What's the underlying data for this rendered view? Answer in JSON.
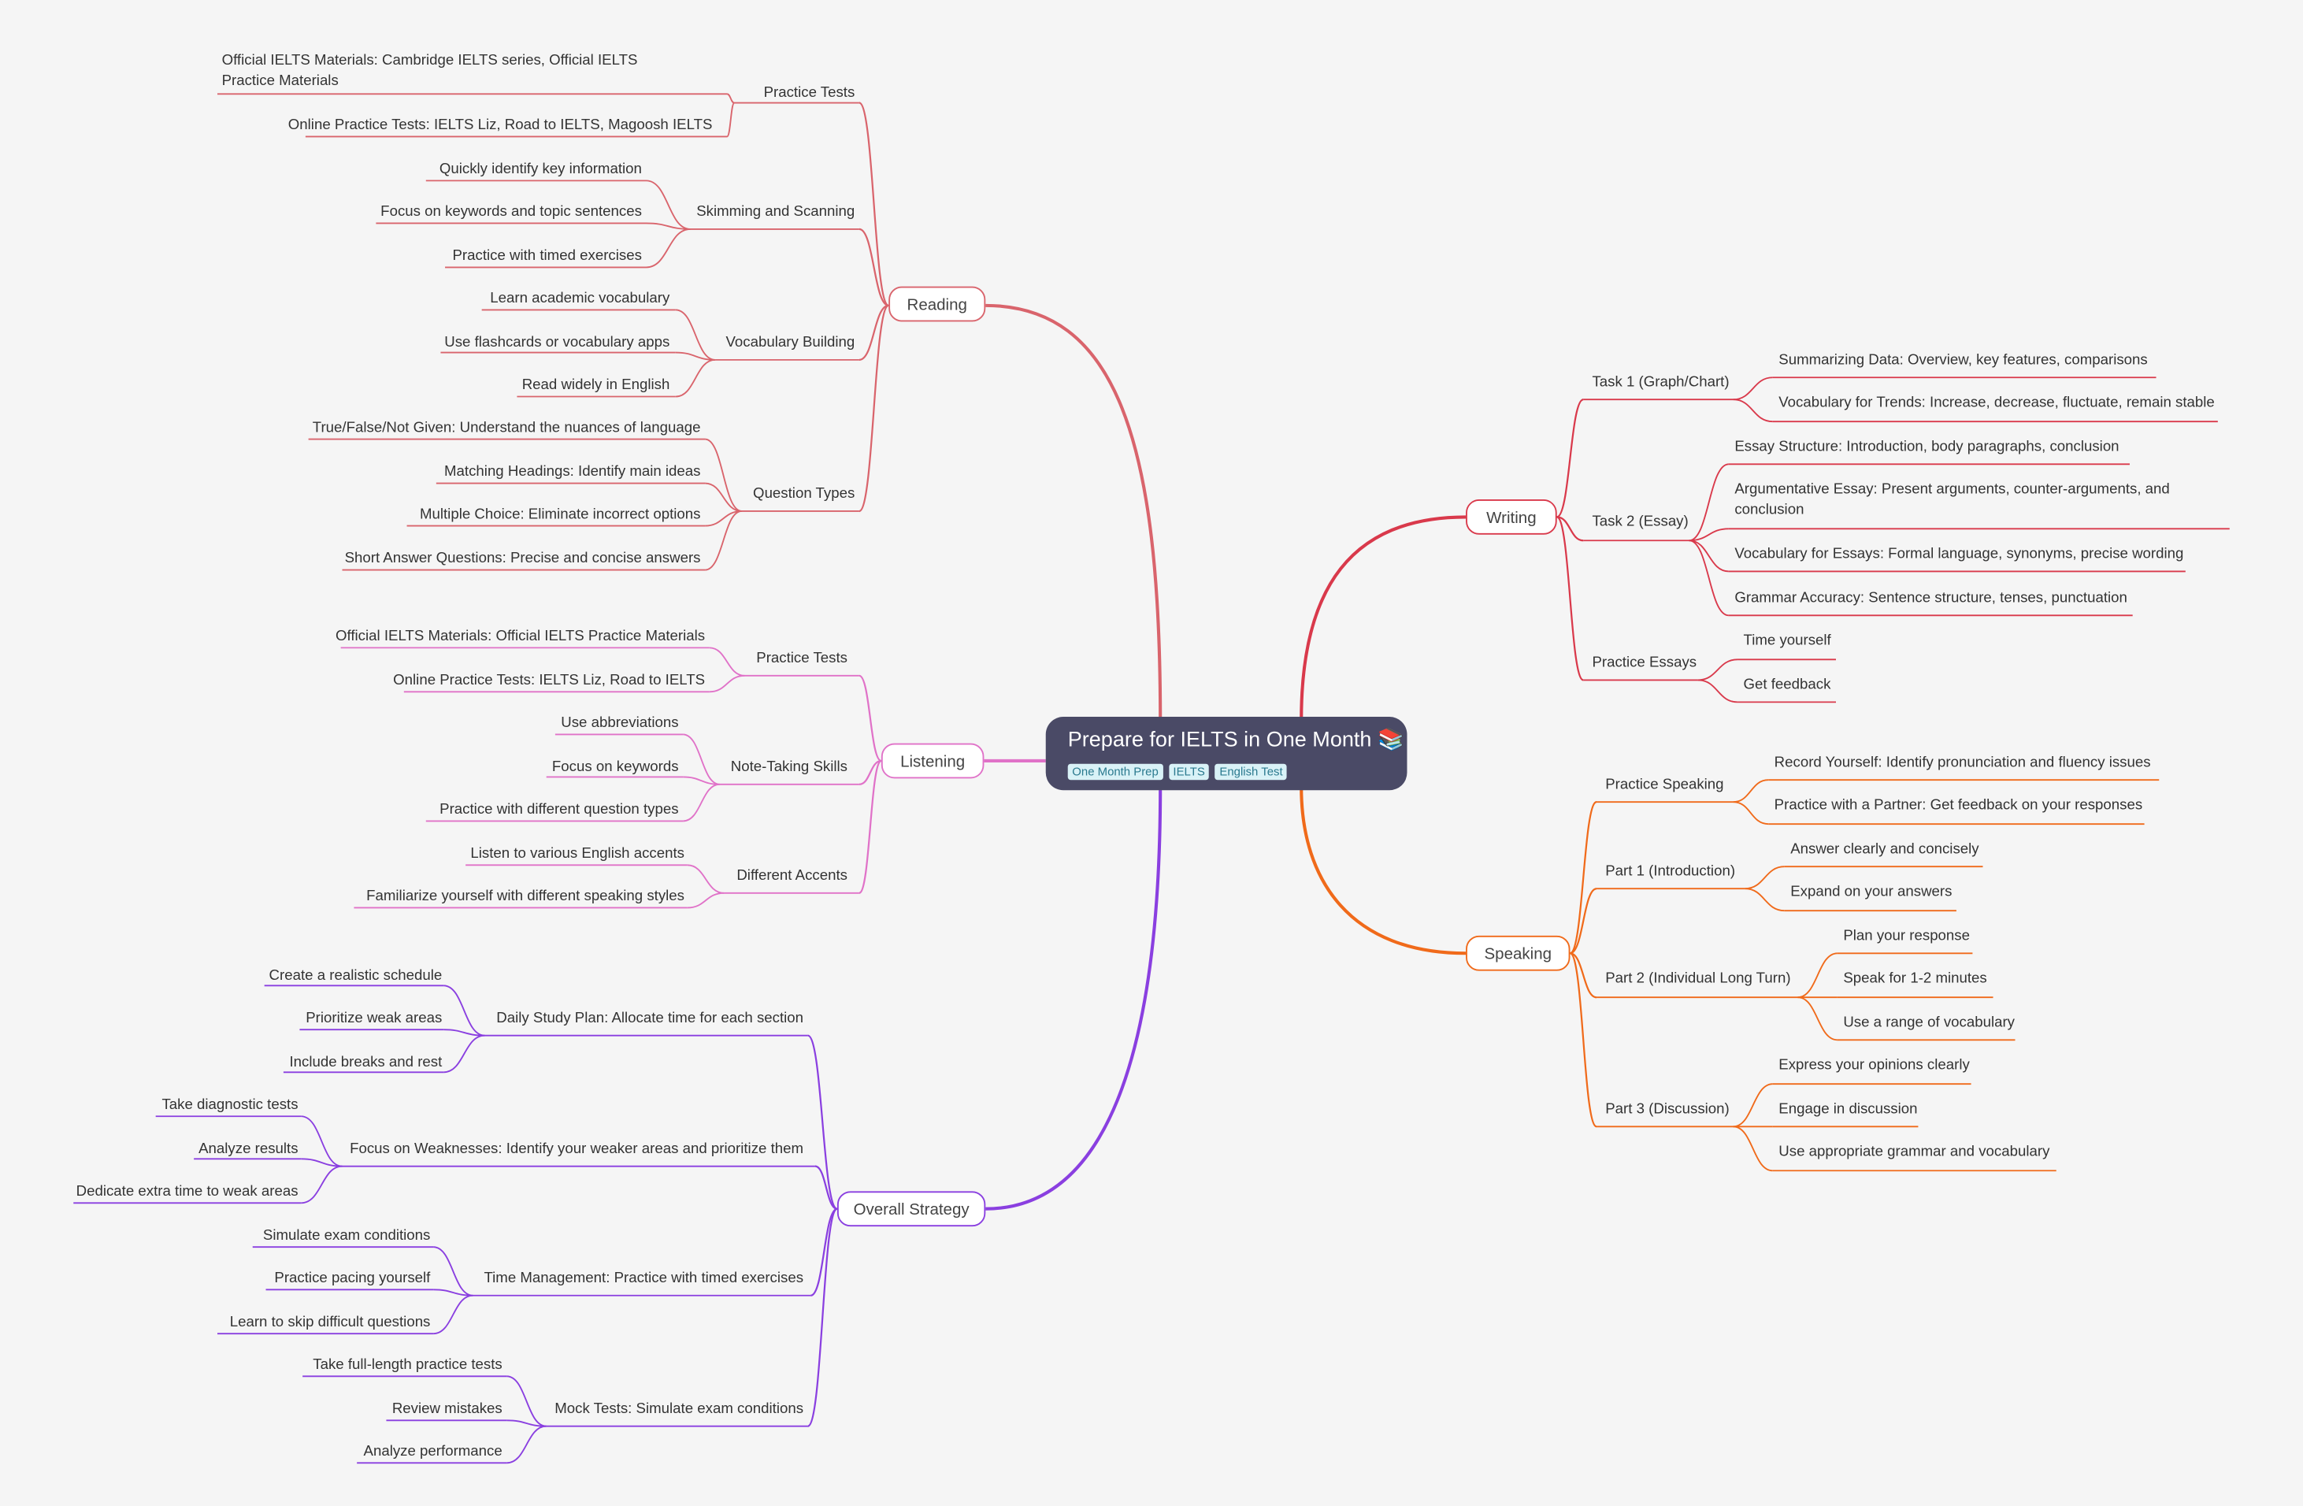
{
  "root": {
    "title": "Prepare for IELTS in One Month 📚",
    "tags": [
      "One Month Prep",
      "IELTS",
      "English Test"
    ]
  },
  "colors": {
    "reading": "#d9646c",
    "listening": "#e072c8",
    "strategy": "#8a3fe0",
    "writing": "#d9394b",
    "speaking": "#f06a1a",
    "root_bg": "#4a4a66"
  },
  "branches": {
    "reading": {
      "label": "Reading",
      "practice_tests": {
        "label": "Practice Tests",
        "items": [
          "Official IELTS Materials: Cambridge IELTS series, Official IELTS Practice Materials",
          "Online Practice Tests: IELTS Liz, Road to IELTS, Magoosh IELTS"
        ]
      },
      "skimming": {
        "label": "Skimming and Scanning",
        "items": [
          "Quickly identify key information",
          "Focus on keywords and topic sentences",
          "Practice with timed exercises"
        ]
      },
      "vocabulary": {
        "label": "Vocabulary Building",
        "items": [
          "Learn academic vocabulary",
          "Use flashcards or vocabulary apps",
          "Read widely in English"
        ]
      },
      "question_types": {
        "label": "Question Types",
        "items": [
          "True/False/Not Given: Understand the nuances of language",
          "Matching Headings: Identify main ideas",
          "Multiple Choice: Eliminate incorrect options",
          "Short Answer Questions: Precise and concise answers"
        ]
      }
    },
    "listening": {
      "label": "Listening",
      "practice_tests": {
        "label": "Practice Tests",
        "items": [
          "Official IELTS Materials: Official IELTS Practice Materials",
          "Online Practice Tests: IELTS Liz, Road to IELTS"
        ]
      },
      "note_taking": {
        "label": "Note-Taking Skills",
        "items": [
          "Use abbreviations",
          "Focus on keywords",
          "Practice with different question types"
        ]
      },
      "accents": {
        "label": "Different Accents",
        "items": [
          "Listen to various English accents",
          "Familiarize yourself with different speaking styles"
        ]
      }
    },
    "strategy": {
      "label": "Overall Strategy",
      "daily": {
        "label": "Daily Study Plan: Allocate time for each section",
        "items": [
          "Create a realistic schedule",
          "Prioritize weak areas",
          "Include breaks and rest"
        ]
      },
      "weaknesses": {
        "label": "Focus on Weaknesses: Identify your weaker areas and prioritize them",
        "items": [
          "Take diagnostic tests",
          "Analyze results",
          "Dedicate extra time to weak areas"
        ]
      },
      "time": {
        "label": "Time Management: Practice with timed exercises",
        "items": [
          "Simulate exam conditions",
          "Practice pacing yourself",
          "Learn to skip difficult questions"
        ]
      },
      "mock": {
        "label": "Mock Tests: Simulate exam conditions",
        "items": [
          "Take full-length practice tests",
          "Review mistakes",
          "Analyze performance"
        ]
      }
    },
    "writing": {
      "label": "Writing",
      "task1": {
        "label": "Task 1 (Graph/Chart)",
        "items": [
          "Summarizing Data: Overview, key features, comparisons",
          "Vocabulary for Trends: Increase, decrease, fluctuate, remain stable"
        ]
      },
      "task2": {
        "label": "Task 2 (Essay)",
        "items": [
          "Essay Structure: Introduction, body paragraphs, conclusion",
          "Argumentative Essay: Present arguments, counter-arguments, and conclusion",
          "Vocabulary for Essays: Formal language, synonyms, precise wording",
          "Grammar Accuracy: Sentence structure, tenses, punctuation"
        ]
      },
      "essays": {
        "label": "Practice Essays",
        "items": [
          "Time yourself",
          "Get feedback"
        ]
      }
    },
    "speaking": {
      "label": "Speaking",
      "practice": {
        "label": "Practice Speaking",
        "items": [
          "Record Yourself: Identify pronunciation and fluency issues",
          "Practice with a Partner: Get feedback on your responses"
        ]
      },
      "part1": {
        "label": "Part 1 (Introduction)",
        "items": [
          "Answer clearly and concisely",
          "Expand on your answers"
        ]
      },
      "part2": {
        "label": "Part 2 (Individual Long Turn)",
        "items": [
          "Plan your response",
          "Speak for 1-2 minutes",
          "Use a range of vocabulary"
        ]
      },
      "part3": {
        "label": "Part 3 (Discussion)",
        "items": [
          "Express your opinions clearly",
          "Engage in discussion",
          "Use appropriate grammar and vocabulary"
        ]
      }
    }
  }
}
